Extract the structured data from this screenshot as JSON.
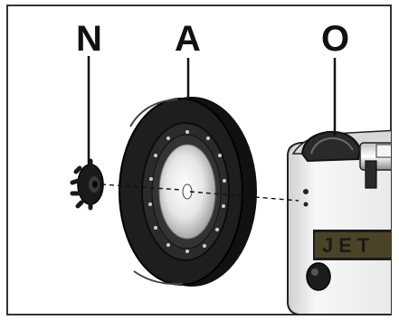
{
  "callouts": {
    "n": {
      "label": "N"
    },
    "a": {
      "label": "A"
    },
    "o": {
      "label": "O"
    }
  },
  "brand": {
    "text": "JET"
  },
  "colors": {
    "border": "#333333",
    "line": "#111111",
    "wheel": "#1e1e1e",
    "nut": "#1a1a1a",
    "housing": "#f2f2f2",
    "brand_band": "#d9b84a"
  }
}
